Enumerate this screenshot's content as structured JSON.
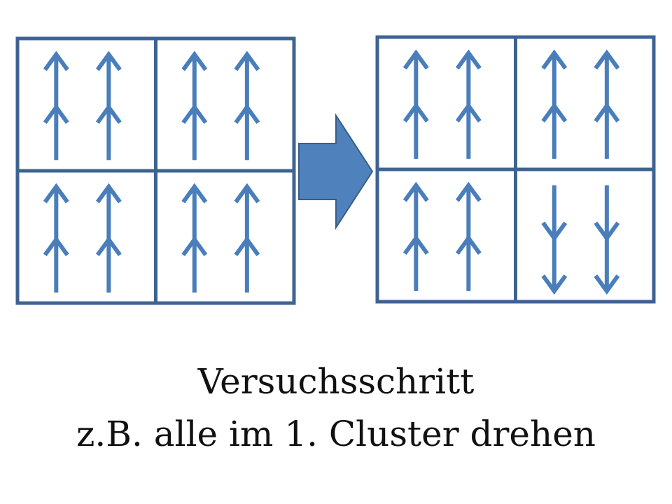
{
  "colors": {
    "frame": "#3d6391",
    "arrow": "#4a7ebb",
    "big_arrow_fill": "#4f81bd",
    "big_arrow_stroke": "#385d8a"
  },
  "before": {
    "clusters": [
      {
        "orientation": "up"
      },
      {
        "orientation": "up"
      },
      {
        "orientation": "up"
      },
      {
        "orientation": "up"
      }
    ]
  },
  "after": {
    "clusters": [
      {
        "orientation": "up"
      },
      {
        "orientation": "up"
      },
      {
        "orientation": "up"
      },
      {
        "orientation": "down"
      }
    ]
  },
  "caption": {
    "line1": "Versuchsschritt",
    "line2": "z.B. alle im 1. Cluster drehen"
  }
}
